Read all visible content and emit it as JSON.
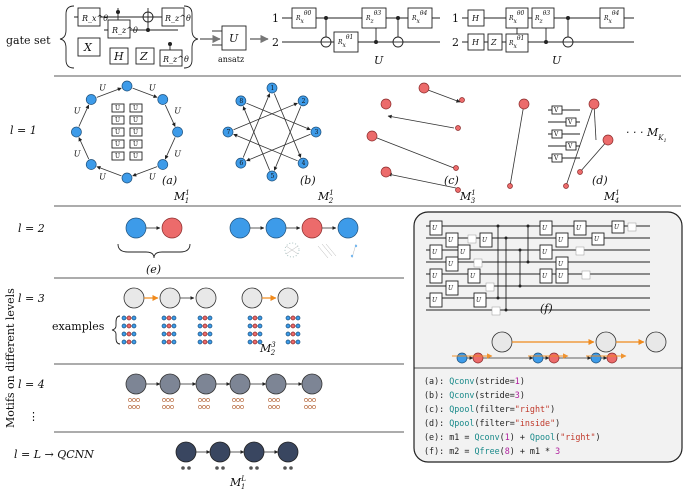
{
  "gate_set": {
    "label": "gate set",
    "gates": [
      "Rx^θ",
      "X",
      "Rz^θ",
      "H",
      "Z",
      "Rz^θ"
    ],
    "rz_label": "R_z^θ",
    "rx_label": "R_x^θ",
    "x_label": "X",
    "h_label": "H",
    "z_label": "Z"
  },
  "ansatz": {
    "label": "ansatz",
    "gate": "U"
  },
  "circuit1": {
    "wire1": "1",
    "wire2": "2",
    "g0": "θ0",
    "g1": "θ1",
    "g3": "θ3",
    "g4": "θ4",
    "name": "U"
  },
  "circuit2": {
    "wire1": "1",
    "wire2": "2",
    "name": "U"
  },
  "levels": {
    "l1": "l = 1",
    "l2": "l = 2",
    "l3": "l = 3",
    "l4": "l = 4",
    "lL": "l = L → QCNN",
    "dots": "⋮",
    "axis": "Motifs on different levels"
  },
  "motifs": {
    "a": "(a)",
    "b": "(b)",
    "c": "(c)",
    "d": "(d)",
    "e": "(e)",
    "f": "(f)",
    "M11": "M",
    "M11_sup": "1",
    "M11_sub": "1",
    "M21_sub": "2",
    "M31_sub": "3",
    "M41_sub": "4",
    "MK": "· · ·  M",
    "MK_sub": "K",
    "MK_subsub": "1",
    "M32": "M",
    "M32_sub": "2",
    "M32_sup": "3",
    "ML": "M",
    "ML_sub": "1",
    "ML_sup": "L",
    "examples": "examples",
    "edge_label": "U"
  },
  "code": [
    {
      "key": "(a):",
      "parts": [
        {
          "t": "Qconv",
          "c": "#1a8a8a"
        },
        {
          "t": "(stride=",
          "c": "#222"
        },
        {
          "t": "1",
          "c": "#b0209e"
        },
        {
          "t": ")",
          "c": "#222"
        }
      ]
    },
    {
      "key": "(b):",
      "parts": [
        {
          "t": "Qconv",
          "c": "#1a8a8a"
        },
        {
          "t": "(stride=",
          "c": "#222"
        },
        {
          "t": "3",
          "c": "#b0209e"
        },
        {
          "t": ")",
          "c": "#222"
        }
      ]
    },
    {
      "key": "(c):",
      "parts": [
        {
          "t": "Qpool",
          "c": "#1a8a8a"
        },
        {
          "t": "(filter=",
          "c": "#222"
        },
        {
          "t": "\"right\"",
          "c": "#c0392b"
        },
        {
          "t": ")",
          "c": "#222"
        }
      ]
    },
    {
      "key": "(d):",
      "parts": [
        {
          "t": "Qpool",
          "c": "#1a8a8a"
        },
        {
          "t": "(filter=",
          "c": "#222"
        },
        {
          "t": "\"inside\"",
          "c": "#c0392b"
        },
        {
          "t": ")",
          "c": "#222"
        }
      ]
    },
    {
      "key": "(e):",
      "parts": [
        {
          "t": "m1 = ",
          "c": "#222"
        },
        {
          "t": "Qconv",
          "c": "#1a8a8a"
        },
        {
          "t": "(",
          "c": "#222"
        },
        {
          "t": "1",
          "c": "#b0209e"
        },
        {
          "t": ") + ",
          "c": "#222"
        },
        {
          "t": "Qpool",
          "c": "#1a8a8a"
        },
        {
          "t": "(",
          "c": "#222"
        },
        {
          "t": "\"right\"",
          "c": "#c0392b"
        },
        {
          "t": ")",
          "c": "#222"
        }
      ]
    },
    {
      "key": "(f):",
      "parts": [
        {
          "t": "m2 = ",
          "c": "#222"
        },
        {
          "t": "Qfree",
          "c": "#1a8a8a"
        },
        {
          "t": "(",
          "c": "#222"
        },
        {
          "t": "8",
          "c": "#b0209e"
        },
        {
          "t": ") + m1 * ",
          "c": "#222"
        },
        {
          "t": "3",
          "c": "#b0209e"
        }
      ]
    }
  ],
  "colors": {
    "blue": "#3d9be9",
    "red": "#ec6b6b",
    "orange": "#f08a1c",
    "grey": "#e8e8e8",
    "slate": "#7d8595",
    "navy": "#394660",
    "panel": "#f2f2f2"
  }
}
